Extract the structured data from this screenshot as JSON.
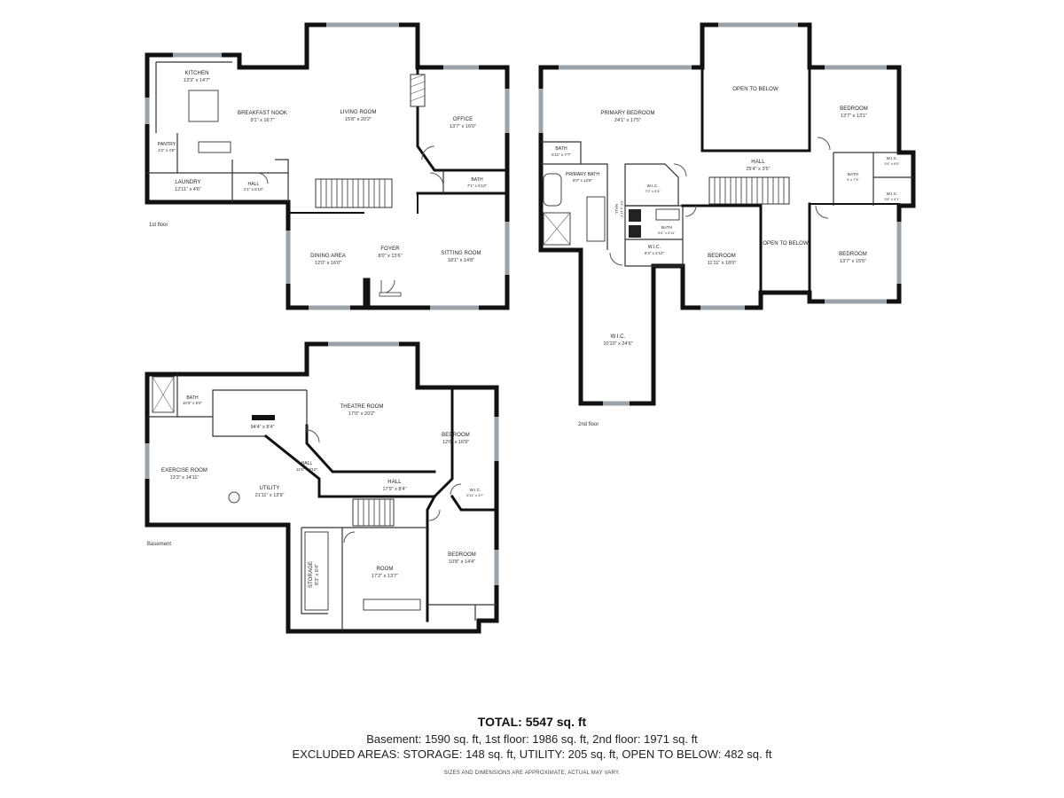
{
  "floors": {
    "first": {
      "label": "1st floor",
      "rooms": {
        "kitchen": {
          "name": "KITCHEN",
          "dim": "13'3\" x 14'7\""
        },
        "breakfast": {
          "name": "BREAKFAST NOOK",
          "dim": "9'1\" x 16'7\""
        },
        "living": {
          "name": "LIVING ROOM",
          "dim": "15'8\" x 20'2\""
        },
        "office": {
          "name": "OFFICE",
          "dim": "13'7\" x 16'0\""
        },
        "pantry": {
          "name": "PANTRY",
          "dim": "4'2\" x 4'5\""
        },
        "laundry": {
          "name": "LAUNDRY",
          "dim": "12'11\" x 4'6\""
        },
        "hall": {
          "name": "HALL",
          "dim": "2'1\" x 6'10\""
        },
        "bath": {
          "name": "BATH",
          "dim": "7'1\" x 5'10\""
        },
        "dining": {
          "name": "DINING AREA",
          "dim": "12'0\" x 16'0\""
        },
        "foyer": {
          "name": "FOYER",
          "dim": "8'0\" x 13'6\""
        },
        "sitting": {
          "name": "SITTING ROOM",
          "dim": "18'1\" x 14'8\""
        }
      }
    },
    "second": {
      "label": "2nd floor",
      "rooms": {
        "primary_bedroom": {
          "name": "PRIMARY BEDROOM",
          "dim": "24'1\" x 17'5\""
        },
        "open_to_below_top": {
          "name": "OPEN TO BELOW",
          "dim": ""
        },
        "bedroom_ne": {
          "name": "BEDROOM",
          "dim": "13'7\" x 13'1\""
        },
        "bath_small": {
          "name": "BATH",
          "dim": "6'11\" x 7'7\""
        },
        "primary_bath": {
          "name": "PRIMARY BATH",
          "dim": "9'0\" x 12'8\""
        },
        "wic_a": {
          "name": "W.I.C.",
          "dim": "7'0\" x 5'3\""
        },
        "hall": {
          "name": "HALL",
          "dim": "25'4\" x 3'5\""
        },
        "bath_right": {
          "name": "BATH",
          "dim": "5' x 7'3\""
        },
        "wic_b": {
          "name": "W.I.C.",
          "dim": "3'4\" x 6'0\""
        },
        "wic_c": {
          "name": "W.I.C.",
          "dim": "3'8\" x 6'1\""
        },
        "hall_small": {
          "name": "HALL",
          "dim": "3'2\" x 11'1\""
        },
        "bath_mid": {
          "name": "BATH",
          "dim": "8'4\" x 5'11\""
        },
        "wic_d": {
          "name": "W.I.C.",
          "dim": "8'4\" x 4'10\""
        },
        "bedroom_mid": {
          "name": "BEDROOM",
          "dim": "11'11\" x 18'0\""
        },
        "open_to_below_mid": {
          "name": "OPEN TO BELOW",
          "dim": ""
        },
        "bedroom_se": {
          "name": "BEDROOM",
          "dim": "13'7\" x 15'5\""
        },
        "wic_long": {
          "name": "W.I.C.",
          "dim": "10'10\" x 24'6\""
        }
      }
    },
    "basement": {
      "label": "Basement",
      "rooms": {
        "bath": {
          "name": "BATH",
          "dim": "10'3\" x 6'0\""
        },
        "corridor": {
          "name": "",
          "dim": "94'4\" x 8'4\""
        },
        "theatre": {
          "name": "THEATRE ROOM",
          "dim": "17'0\" x 20'2\""
        },
        "bedroom_ne": {
          "name": "BEDROOM",
          "dim": "12'6\" x 16'9\""
        },
        "exercise": {
          "name": "EXERCISE ROOM",
          "dim": "13'3\" x 14'11\""
        },
        "hall_diag": {
          "name": "HALL",
          "dim": "11'5\" x 3'10\""
        },
        "utility": {
          "name": "UTILITY",
          "dim": "21'11\" x 13'9\""
        },
        "hall": {
          "name": "HALL",
          "dim": "17'9\" x 8'4\""
        },
        "wic": {
          "name": "W.I.C.",
          "dim": "6'11\" x 3'7\""
        },
        "storage": {
          "name": "STORAGE",
          "dim": "8'3\" x 6'4\""
        },
        "room": {
          "name": "ROOM",
          "dim": "17'2\" x 13'7\""
        },
        "bedroom_se": {
          "name": "BEDROOM",
          "dim": "10'8\" x 14'4\""
        }
      }
    }
  },
  "summary": {
    "total": "TOTAL: 5547 sq. ft",
    "line1": "Basement: 1590 sq. ft, 1st floor: 1986 sq. ft, 2nd floor: 1971 sq. ft",
    "line2": "EXCLUDED AREAS: STORAGE: 148 sq. ft, UTILITY: 205 sq. ft, OPEN TO BELOW: 482 sq. ft",
    "disclaimer": "SIZES AND DIMENSIONS ARE APPROXIMATE, ACTUAL MAY VARY."
  },
  "colors": {
    "wall": "#111111",
    "window": "#9aa3aa",
    "background": "#ffffff"
  }
}
